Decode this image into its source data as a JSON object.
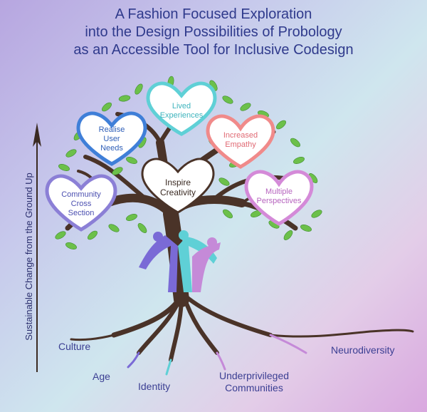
{
  "title": {
    "line1": "A Fashion Focused Exploration",
    "line2": "into the Design Possibilities of Probology",
    "line3": "as an Accessible Tool for Inclusive Codesign"
  },
  "axis_label": "Sustainable Change from the Ground Up",
  "hearts": {
    "lived": {
      "line1": "Lived",
      "line2": "Experiences",
      "color": "#5fd0d6"
    },
    "realise": {
      "line1": "Realise",
      "line2": "User",
      "line3": "Needs",
      "color": "#3f7fd8"
    },
    "empathy": {
      "line1": "Increased",
      "line2": "Empathy",
      "color": "#f08a8a"
    },
    "creativity": {
      "line1": "Inspire",
      "line2": "Creativity",
      "color": "#ffffff"
    },
    "community": {
      "line1": "Community",
      "line2": "Cross",
      "line3": "Section",
      "color": "#8b7fd6"
    },
    "perspectives": {
      "line1": "Multiple",
      "line2": "Perspectives",
      "color": "#d48ad8"
    }
  },
  "roots": {
    "culture": "Culture",
    "age": "Age",
    "identity": "Identity",
    "underprivileged_line1": "Underprivileged",
    "underprivileged_line2": "Communities",
    "neurodiversity": "Neurodiversity"
  }
}
